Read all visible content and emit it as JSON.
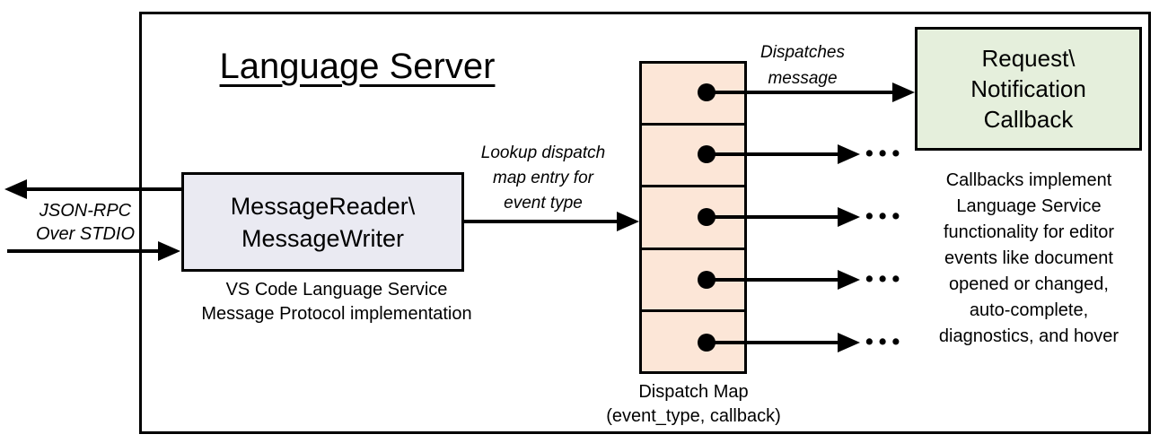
{
  "diagram": {
    "title": "Language Server",
    "io_label": {
      "line1": "JSON-RPC",
      "line2": "Over STDIO"
    },
    "reader_box": {
      "line1": "MessageReader\\",
      "line2": "MessageWriter"
    },
    "reader_caption": {
      "line1": "VS Code Language Service",
      "line2": "Message Protocol implementation"
    },
    "lookup_label": {
      "line1": "Lookup dispatch",
      "line2": "map entry for",
      "line3": "event type"
    },
    "dispatches_label": {
      "line1": "Dispatches",
      "line2": "message"
    },
    "callback_box": {
      "line1": "Request\\",
      "line2": "Notification",
      "line3": "Callback"
    },
    "callback_caption": {
      "lines": [
        "Callbacks implement",
        "Language Service",
        "functionality for editor",
        "events like document",
        "opened or changed,",
        "auto-complete,",
        "diagnostics, and hover"
      ]
    },
    "map_caption": {
      "line1": "Dispatch Map",
      "line2": "(event_type, callback)"
    },
    "ellipsis": "•••",
    "colors": {
      "reader_fill": "#eaeaf2",
      "map_cell_fill": "#fce6d7",
      "callback_fill": "#e5efdc",
      "line": "#000000"
    }
  }
}
